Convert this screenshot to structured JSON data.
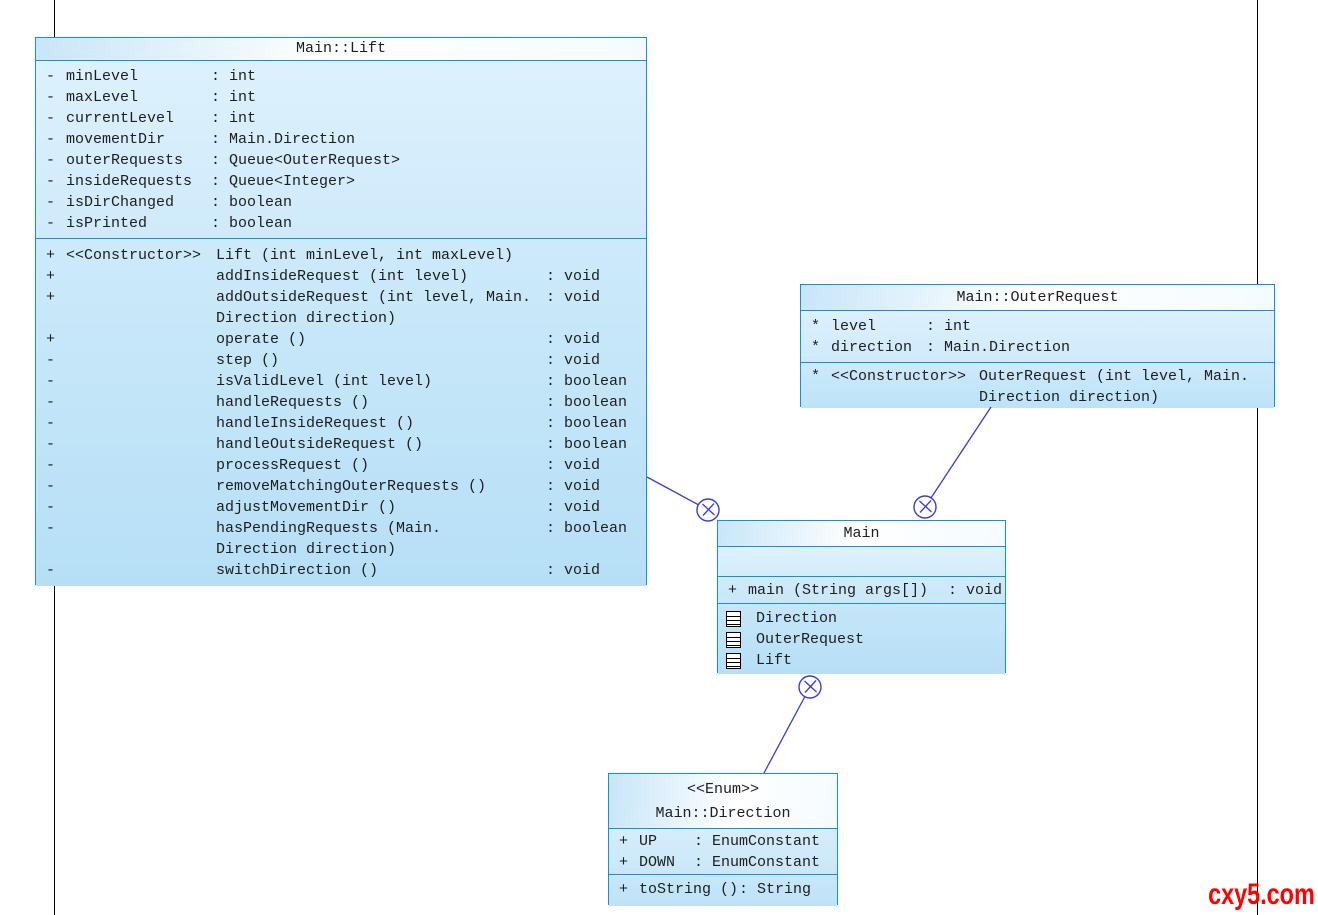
{
  "colors": {
    "box_border": "#1690d9",
    "connector": "#3b3bcd",
    "guide_line": "#000000",
    "text": "#1e1e1e",
    "watermark_color": "#ff0000"
  },
  "icons": {
    "nested_class": "class-box-icon (small rectangle with 3 horizontal lines)",
    "containment_anchor": "circle-cross-icon"
  },
  "classes": {
    "lift": {
      "title": "Main::Lift",
      "attributes": [
        {
          "vis": "-",
          "name": "minLevel",
          "type": ": int"
        },
        {
          "vis": "-",
          "name": "maxLevel",
          "type": ": int"
        },
        {
          "vis": "-",
          "name": "currentLevel",
          "type": ": int"
        },
        {
          "vis": "-",
          "name": "movementDir",
          "type": ": Main.Direction"
        },
        {
          "vis": "-",
          "name": "outerRequests",
          "type": ": Queue<OuterRequest>"
        },
        {
          "vis": "-",
          "name": "insideRequests",
          "type": ": Queue<Integer>"
        },
        {
          "vis": "-",
          "name": "isDirChanged",
          "type": ": boolean"
        },
        {
          "vis": "-",
          "name": "isPrinted",
          "type": ": boolean"
        }
      ],
      "methods": [
        {
          "vis": "+",
          "stereotype": "<<Constructor>>",
          "name": "Lift (int minLevel, int maxLevel)",
          "type": ""
        },
        {
          "vis": "+",
          "stereotype": "",
          "name": "addInsideRequest (int level)",
          "type": ": void"
        },
        {
          "vis": "+",
          "stereotype": "",
          "name": "addOutsideRequest (int level, Main.\nDirection direction)",
          "type": ": void"
        },
        {
          "vis": "+",
          "stereotype": "",
          "name": "operate ()",
          "type": ": void"
        },
        {
          "vis": "-",
          "stereotype": "",
          "name": "step ()",
          "type": ": void"
        },
        {
          "vis": "-",
          "stereotype": "",
          "name": "isValidLevel (int level)",
          "type": ": boolean"
        },
        {
          "vis": "-",
          "stereotype": "",
          "name": "handleRequests ()",
          "type": ": boolean"
        },
        {
          "vis": "-",
          "stereotype": "",
          "name": "handleInsideRequest ()",
          "type": ": boolean"
        },
        {
          "vis": "-",
          "stereotype": "",
          "name": "handleOutsideRequest ()",
          "type": ": boolean"
        },
        {
          "vis": "-",
          "stereotype": "",
          "name": "processRequest ()",
          "type": ": void"
        },
        {
          "vis": "-",
          "stereotype": "",
          "name": "removeMatchingOuterRequests ()",
          "type": ": void"
        },
        {
          "vis": "-",
          "stereotype": "",
          "name": "adjustMovementDir ()",
          "type": ": void"
        },
        {
          "vis": "-",
          "stereotype": "",
          "name": "hasPendingRequests (Main.\nDirection direction)",
          "type": ": boolean"
        },
        {
          "vis": "-",
          "stereotype": "",
          "name": "switchDirection ()",
          "type": ": void"
        }
      ]
    },
    "outer_request": {
      "title": "Main::OuterRequest",
      "attributes": [
        {
          "vis": "*",
          "name": "level",
          "type": ": int"
        },
        {
          "vis": "*",
          "name": "direction",
          "type": ": Main.Direction"
        }
      ],
      "methods": [
        {
          "vis": "*",
          "stereotype": "<<Constructor>>",
          "name": "OuterRequest (int level, Main.\nDirection direction)",
          "type": ""
        }
      ]
    },
    "main": {
      "title": "Main",
      "methods": [
        {
          "vis": "+",
          "name": "main (String args[])",
          "type": ": void"
        }
      ],
      "nested": [
        {
          "name": "Direction"
        },
        {
          "name": "OuterRequest"
        },
        {
          "name": "Lift"
        }
      ]
    },
    "direction": {
      "stereotype": "<<Enum>>",
      "title": "Main::Direction",
      "attributes": [
        {
          "vis": "+",
          "name": "UP",
          "type": ": EnumConstant"
        },
        {
          "vis": "+",
          "name": "DOWN",
          "type": ": EnumConstant"
        }
      ],
      "methods": [
        {
          "vis": "+",
          "name": "toString ()",
          "type": ": String"
        }
      ]
    }
  },
  "watermark": {
    "text": "cxy5.com"
  }
}
